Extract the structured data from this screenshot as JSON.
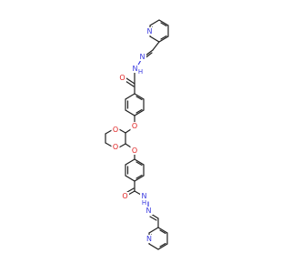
{
  "molecule": {
    "atoms": {
      "n_py_top": {
        "symbol": "N",
        "color": "#3a3ae0"
      },
      "n_imine_top": {
        "symbol": "N",
        "color": "#3a3ae0"
      },
      "n_amide_top": {
        "symbol": "N",
        "color": "#3a3ae0"
      },
      "h_amide_top": {
        "symbol": "H",
        "color": "#3a3ae0"
      },
      "o_carbonyl_top": {
        "symbol": "O",
        "color": "#e02020"
      },
      "o_ether_top": {
        "symbol": "O",
        "color": "#e02020"
      },
      "o_ring_top": {
        "symbol": "O",
        "color": "#e02020"
      },
      "o_ring_bottom": {
        "symbol": "O",
        "color": "#e02020"
      },
      "o_ether_bottom": {
        "symbol": "O",
        "color": "#e02020"
      },
      "o_carbonyl_bottom": {
        "symbol": "O",
        "color": "#e02020"
      },
      "n_amide_bottom": {
        "symbol": "N",
        "color": "#3a3ae0"
      },
      "h_amide_bottom": {
        "symbol": "H",
        "color": "#3a3ae0"
      },
      "n_imine_bottom": {
        "symbol": "N",
        "color": "#3a3ae0"
      },
      "n_py_bottom": {
        "symbol": "N",
        "color": "#3a3ae0"
      }
    }
  }
}
